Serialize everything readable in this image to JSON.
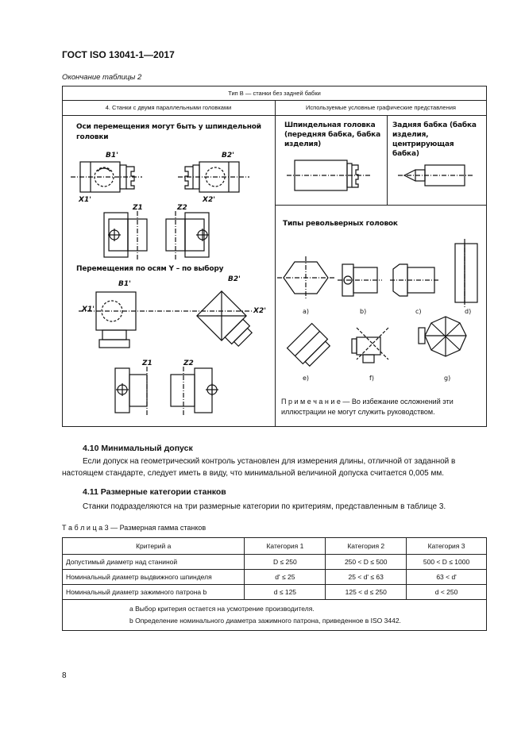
{
  "header": {
    "standard": "ГОСТ ISO 13041-1—2017"
  },
  "table2": {
    "caption": "Окончание таблицы 2",
    "type_header": "Тип В — станки без задней бабки",
    "col_left": "4. Станки с двумя параллельными головками",
    "col_right": "Используемые условные графические представления",
    "left_text_1": "Оси перемещения могут быть у шпиндельной головки",
    "left_text_2": "Перемещения по осям Y – по выбору",
    "right_spindle": "Шпиндельная головка (передняя бабка, бабка изделия)",
    "right_tailstock": "Задняя бабка (бабка изделия, центрирующая бабка)",
    "right_turret_title": "Типы револьверных головок",
    "axis_labels": {
      "b1": "B1'",
      "b2": "B2'",
      "x1": "X1'",
      "x2": "X2'",
      "z1": "Z1",
      "z2": "Z2"
    },
    "turret_labels": [
      "a)",
      "b)",
      "c)",
      "d)",
      "e)",
      "f)",
      "g)"
    ],
    "note_label": "П р и м е ч а н и е",
    "note_text": " — Во избежание осложнений эти иллюстрации не могут служить руководством."
  },
  "section_4_10": {
    "heading": "4.10 Минимальный допуск",
    "text": "Если допуск на геометрический контроль установлен для измерения длины, отличной от заданной в настоящем стандарте, следует иметь в виду, что минимальной величиной допуска считается 0,005 мм."
  },
  "section_4_11": {
    "heading": "4.11 Размерные категории станков",
    "text": "Станки подразделяются на три размерные категории по критериям, представленным в таблице 3."
  },
  "table3": {
    "caption": "Т а б л и ц а  3 — Размерная гамма станков",
    "headers": [
      "Критерий a",
      "Категория 1",
      "Категория 2",
      "Категория 3"
    ],
    "rows": [
      [
        "Допустимый диаметр над станиной",
        "D ≤ 250",
        "250 < D ≤ 500",
        "500 < D ≤ 1000"
      ],
      [
        "Номинальный диаметр выдвижного шпинделя",
        "d' ≤ 25",
        "25 < d' ≤ 63",
        "63 < d'"
      ],
      [
        "Номинальный диаметр зажимного патрона b",
        "d ≤ 125",
        "125 < d ≤ 250",
        "d < 250"
      ]
    ],
    "footnotes": [
      "a Выбор критерия остается на усмотрение производителя.",
      "b Определение номинального диаметра зажимного патрона, приведенное в ISO 3442."
    ]
  },
  "page_number": "8"
}
